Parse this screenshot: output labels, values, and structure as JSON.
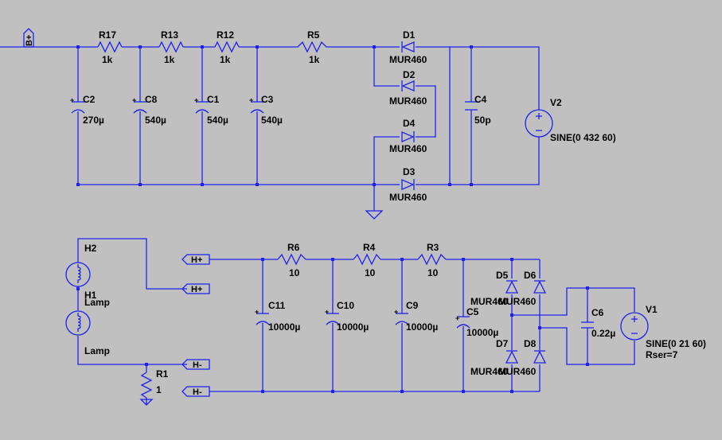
{
  "components": {
    "R17": {
      "name": "R17",
      "value": "1k"
    },
    "R13": {
      "name": "R13",
      "value": "1k"
    },
    "R12": {
      "name": "R12",
      "value": "1k"
    },
    "R5": {
      "name": "R5",
      "value": "1k"
    },
    "D1": {
      "name": "D1",
      "value": "MUR460"
    },
    "D2": {
      "name": "D2",
      "value": "MUR460"
    },
    "D3": {
      "name": "D3",
      "value": "MUR460"
    },
    "D4": {
      "name": "D4",
      "value": "MUR460"
    },
    "C2": {
      "name": "C2",
      "value": "270µ"
    },
    "C8": {
      "name": "C8",
      "value": "540µ"
    },
    "C1": {
      "name": "C1",
      "value": "540µ"
    },
    "C3": {
      "name": "C3",
      "value": "540µ"
    },
    "C4": {
      "name": "C4",
      "value": "50p"
    },
    "V2": {
      "name": "V2",
      "value": "SINE(0 432 60)"
    },
    "H2": {
      "name": "H2",
      "value": "Lamp"
    },
    "H1": {
      "name": "H1",
      "value": "Lamp"
    },
    "R1": {
      "name": "R1",
      "value": "1"
    },
    "R6": {
      "name": "R6",
      "value": "10"
    },
    "R4": {
      "name": "R4",
      "value": "10"
    },
    "R3": {
      "name": "R3",
      "value": "10"
    },
    "C11": {
      "name": "C11",
      "value": "10000µ"
    },
    "C10": {
      "name": "C10",
      "value": "10000µ"
    },
    "C9": {
      "name": "C9",
      "value": "10000µ"
    },
    "C5": {
      "name": "C5",
      "value": "10000µ"
    },
    "D5": {
      "name": "D5",
      "value": "MUR460"
    },
    "D6": {
      "name": "D6",
      "value": "MUR460"
    },
    "D7": {
      "name": "D7",
      "value": "MUR460"
    },
    "D8": {
      "name": "D8",
      "value": "MUR460"
    },
    "C6": {
      "name": "C6",
      "value": "0.22µ"
    },
    "V1": {
      "name": "V1",
      "value": "SINE(0 21 60)",
      "extra": "Rser=7"
    }
  },
  "net_labels": {
    "b_plus": "B+",
    "h_plus_1": "H+",
    "h_plus_2": "H+",
    "h_minus_1": "H-",
    "h_minus_2": "H-"
  },
  "colors": {
    "background": "#c0c0c0",
    "wire": "#1f1ff0",
    "text": "#000000"
  }
}
